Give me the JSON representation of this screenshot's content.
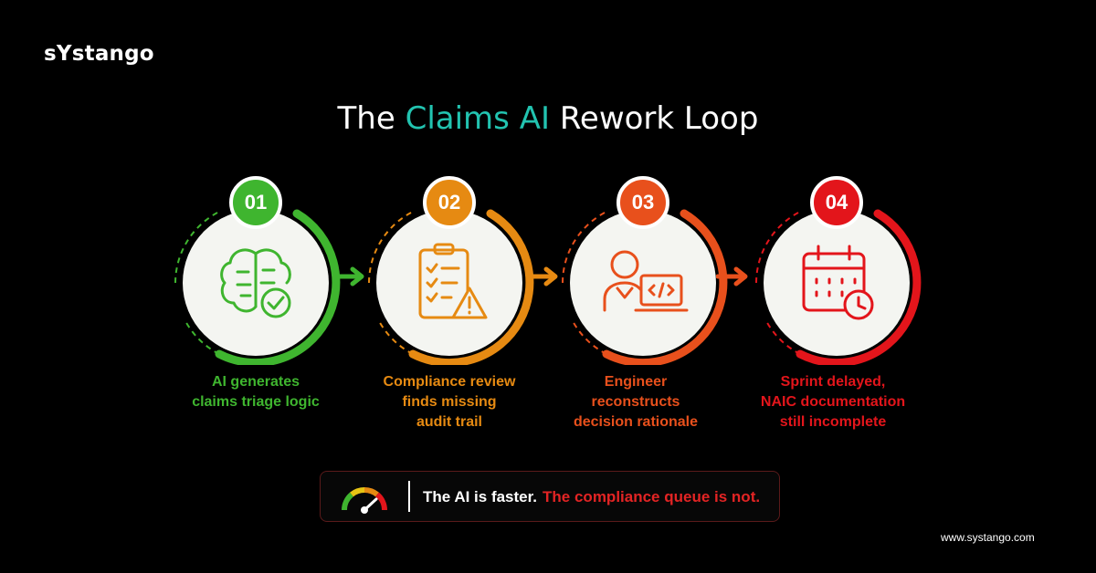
{
  "brand": {
    "logo_text": "sYstango",
    "website": "www.systango.com"
  },
  "title": {
    "pre": "The",
    "accent": "Claims AI",
    "post": "Rework Loop",
    "accent_color": "#22c3b0"
  },
  "steps": [
    {
      "number": "01",
      "color": "#3fb52f",
      "icon": "brain-check-icon",
      "caption": [
        "AI generates",
        "claims triage logic"
      ]
    },
    {
      "number": "02",
      "color": "#e68a12",
      "icon": "clipboard-warning-icon",
      "caption": [
        "Compliance review",
        "finds missing",
        "audit trail"
      ]
    },
    {
      "number": "03",
      "color": "#e8501c",
      "icon": "engineer-laptop-icon",
      "caption": [
        "Engineer",
        "reconstructs",
        "decision rationale"
      ]
    },
    {
      "number": "04",
      "color": "#e3151b",
      "icon": "calendar-clock-icon",
      "caption": [
        "Sprint delayed,",
        "NAIC documentation",
        "still incomplete"
      ]
    }
  ],
  "footer_message": {
    "part1": "The AI is faster.",
    "part2": "The compliance queue is not.",
    "part2_color": "#e32424"
  },
  "icons": [
    "speedometer-icon",
    "arrow-right-icon"
  ]
}
